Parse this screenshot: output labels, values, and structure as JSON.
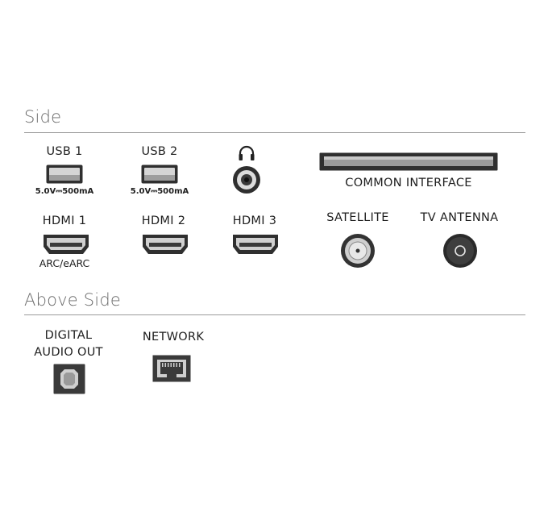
{
  "sections": {
    "side": {
      "title": "Side"
    },
    "above_side": {
      "title": "Above Side"
    }
  },
  "ports": {
    "usb1": {
      "label": "USB 1",
      "rating": "5.0V⎓500mA"
    },
    "usb2": {
      "label": "USB 2",
      "rating": "5.0V⎓500mA"
    },
    "headphone": {
      "icon": "headphones-icon"
    },
    "common_interface": {
      "label": "COMMON INTERFACE"
    },
    "hdmi1": {
      "label": "HDMI 1",
      "note": "ARC/eARC"
    },
    "hdmi2": {
      "label": "HDMI 2"
    },
    "hdmi3": {
      "label": "HDMI 3"
    },
    "satellite": {
      "label": "SATELLITE"
    },
    "tv_antenna": {
      "label": "TV ANTENNA"
    },
    "digital_audio_out": {
      "label_line1": "DIGITAL",
      "label_line2": "AUDIO OUT"
    },
    "network": {
      "label": "NETWORK"
    }
  },
  "colors": {
    "port_dark": "#3a3a3a",
    "port_light": "#d9d9d9",
    "rule": "#9a9a9a",
    "title": "#6a6a6a"
  }
}
